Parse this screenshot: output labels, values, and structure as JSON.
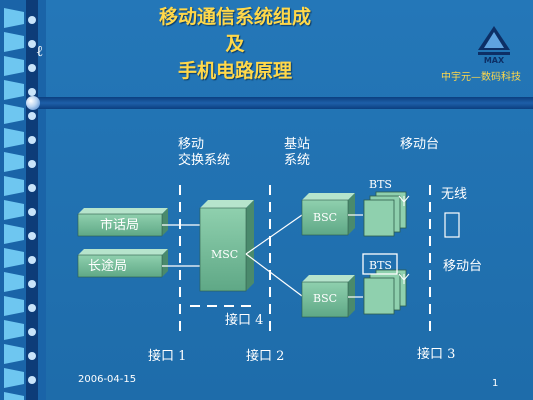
{
  "title": {
    "line1": "移动通信系统组成",
    "line2": "及",
    "line3": "手机电路原理"
  },
  "logo": {
    "mark": "MAX",
    "company": "中宇元—数码科技"
  },
  "loop_symbol": "ℓ",
  "headers": {
    "msc_system_1": "移动",
    "msc_system_2": "交换系统",
    "bs_system_1": "基站",
    "bs_system_2": "系统",
    "mobile_station": "移动台"
  },
  "nodes": {
    "local_office": "市话局",
    "toll_office": "长途局",
    "msc": "MSC",
    "bsc": "BSC",
    "bts": "BTS",
    "wireless": "无线",
    "mobile": "移动台"
  },
  "interfaces": {
    "if1": "接口 1",
    "if2": "接口 2",
    "if3": "接口 3",
    "if4": "接口 4"
  },
  "footer": {
    "date": "2006-04-15",
    "page": "1"
  },
  "colors": {
    "title": "#ffd84a",
    "box": "#7fbf9f",
    "background": "#1e6caa"
  }
}
